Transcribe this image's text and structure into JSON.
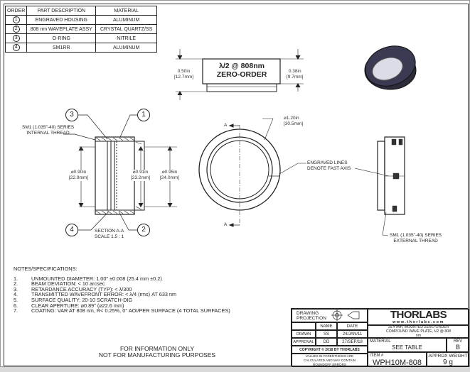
{
  "parts_table": {
    "headers": [
      "ORDER",
      "PART DESCRIPTION",
      "MATERIAL"
    ],
    "rows": [
      {
        "order": "1",
        "description": "ENGRAVED HOUSING",
        "material": "ALUMINUM"
      },
      {
        "order": "2",
        "description": "808 nm WAVEPLATE ASSY",
        "material": "CRYSTAL QUARTZ/SS"
      },
      {
        "order": "3",
        "description": "O-RING",
        "material": "NITRILE"
      },
      {
        "order": "4",
        "description": "SM1RR",
        "material": "ALUMINUM"
      }
    ]
  },
  "top_view": {
    "engraving_line1": "λ/2 @ 808nm",
    "engraving_line2": "ZERO-ORDER",
    "height_total": "0.50in",
    "height_total_mm": "[12.7mm]",
    "height_body": "0.38in",
    "height_body_mm": "[9.7mm]"
  },
  "section_view": {
    "thread_label_1": "SM1 (1.035\"-40) SERIES",
    "thread_label_2": "INTERNAL THREAD",
    "dim1": "⌀0.90in",
    "dim1_mm": "[22.9mm]",
    "dim2": "⌀0.91in",
    "dim2_mm": "[23.2mm]",
    "dim3": "⌀0.95in",
    "dim3_mm": "[24.0mm]",
    "title": "SECTION A-A",
    "scale": "SCALE 1.5 : 1",
    "balloons": [
      "1",
      "2",
      "3",
      "4"
    ]
  },
  "front_view": {
    "dia": "⌀1.20in",
    "dia_mm": "[30.5mm]",
    "section_mark": "A",
    "engraved_1": "ENGRAVED LINES",
    "engraved_2": "DENOTE FAST AXIS"
  },
  "side_view": {
    "thread_1": "SM1 (1.035\"-40) SERIES",
    "thread_2": "EXTERNAL THREAD"
  },
  "notes": {
    "title": "NOTES/SPECIFICATIONS:",
    "items": [
      {
        "n": "1.",
        "text": "UNMOUNTED DIAMETER: 1.00\" ±0.008 (25.4 mm ±0.2)"
      },
      {
        "n": "2.",
        "text": "BEAM DEVIATION: < 10 arcsec"
      },
      {
        "n": "3.",
        "text": "RETARDANCE ACCURACY (TYP): < λ/300"
      },
      {
        "n": "4.",
        "text": "TRANSMITTED WAVEFRONT ERROR: < λ/4 (rms) AT 633 nm"
      },
      {
        "n": "5.",
        "text": "SURFACE QUALITY: 20-10 SCRATCH-DIG"
      },
      {
        "n": "6.",
        "text": "CLEAR APERTURE: ⌀0.89\" (⌀22.6 mm)"
      },
      {
        "n": "7.",
        "text": "COATING: VAR AT 808 nm, R< 0.25%, 0° AOI/PER SURFACE (4 TOTAL SURFACES)"
      }
    ]
  },
  "disclaimer": {
    "line1": "FOR INFORMATION ONLY",
    "line2": "NOT FOR MANUFACTURING PURPOSES"
  },
  "title_block": {
    "projection": "DRAWING PROJECTION",
    "name_h": "NAME",
    "date_h": "DATE",
    "drawn": "DRAWN",
    "drawn_name": "SS",
    "drawn_date": "24/JAN/11",
    "approval": "APPROVAL",
    "approval_name": "DD",
    "approval_date": "27/SEP/18",
    "copyright": "COPYRIGHT © 2018 BY THORLABS",
    "values_note": "VALUES IN PARENTHESIS ARE CALCULATED AND MAY CONTAIN ROUNDOFF ERRORS",
    "logo": "THORLABS",
    "url": "www.thorlabs.com",
    "description": "25.4 mm, MOUNTED ZERO-ORDER COMPOUND WAVE PLATE, λ/2 @ 808 nm",
    "material_h": "MATERIAL",
    "material": "SEE TABLE",
    "rev_h": "REV",
    "rev": "B",
    "item_h": "ITEM #",
    "item": "WPH10M-808",
    "weight_h": "APPROX WEIGHT",
    "weight": "9 g"
  }
}
